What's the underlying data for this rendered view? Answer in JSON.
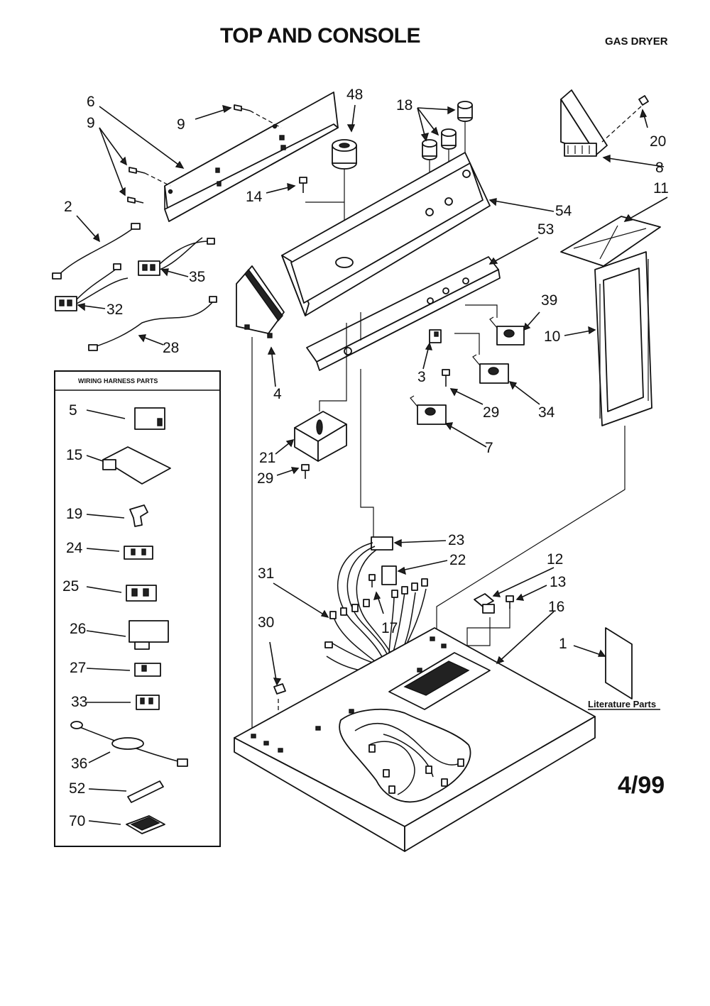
{
  "title": "TOP AND CONSOLE",
  "subtitle": "GAS DRYER",
  "date_code": "4/99",
  "harness_box_title": "WIRING HARNESS PARTS",
  "literature_label": "Literature Parts",
  "callouts": {
    "c6": "6",
    "c9a": "9",
    "c9b": "9",
    "c48": "48",
    "c18": "18",
    "c20": "20",
    "c8": "8",
    "c14": "14",
    "c2": "2",
    "c11": "11",
    "c54": "54",
    "c35": "35",
    "c53": "53",
    "c32": "32",
    "c39": "39",
    "c10": "10",
    "c28": "28",
    "c3": "3",
    "c4": "4",
    "c29a": "29",
    "c34": "34",
    "c21": "21",
    "c7": "7",
    "c29b": "29",
    "c23": "23",
    "c22": "22",
    "c12": "12",
    "c31": "31",
    "c13": "13",
    "c16": "16",
    "c17": "17",
    "c30": "30",
    "c1": "1"
  },
  "harness_items": [
    "5",
    "15",
    "19",
    "24",
    "25",
    "26",
    "27",
    "33",
    "36",
    "52",
    "70"
  ]
}
